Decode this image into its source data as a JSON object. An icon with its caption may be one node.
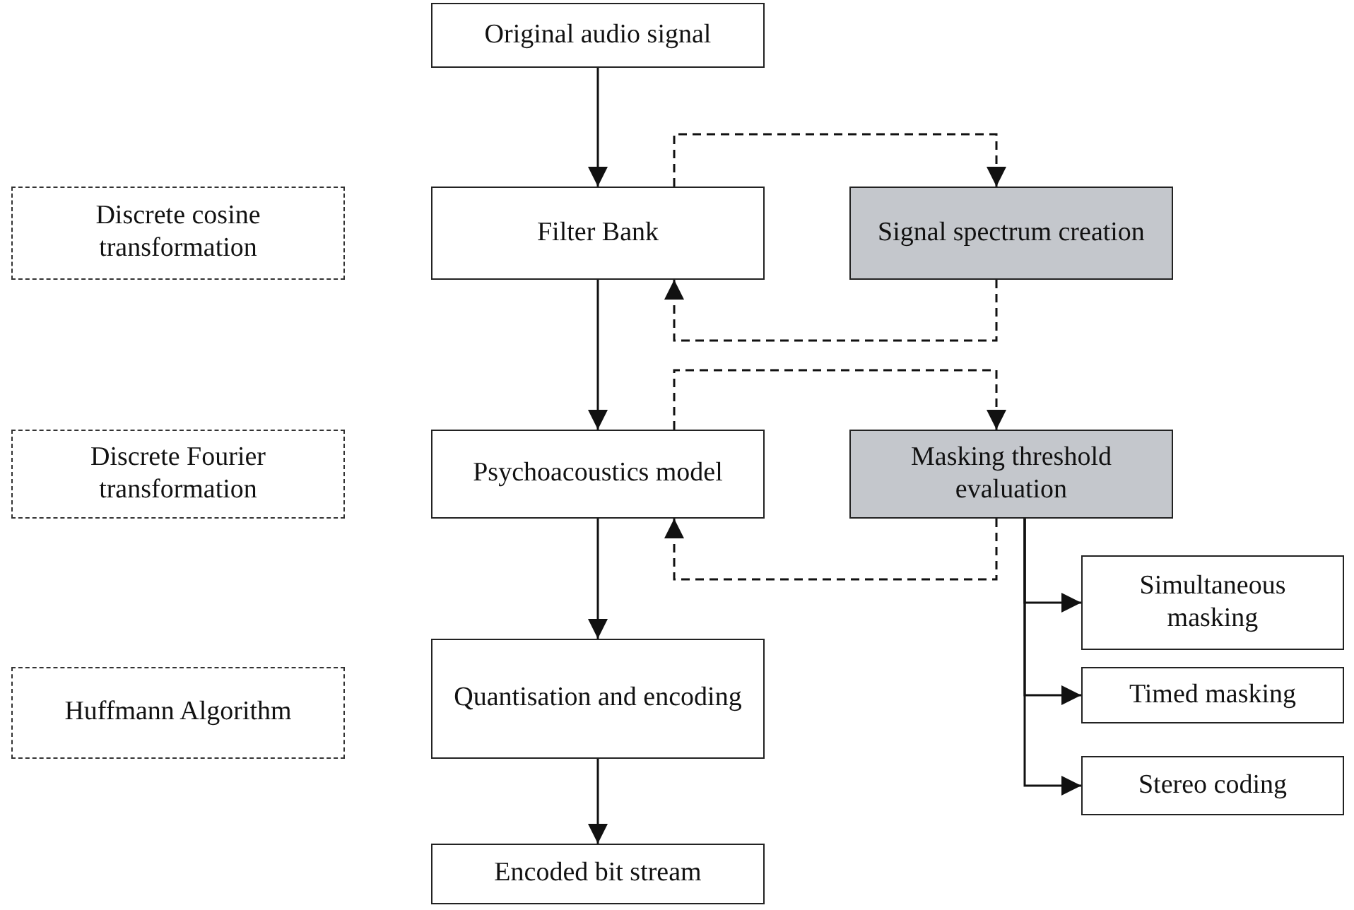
{
  "diagram": {
    "nodes": [
      {
        "text": [
          "Original audio signal"
        ]
      },
      {
        "text": [
          "Discrete cosine transformation"
        ]
      },
      {
        "text": [
          "Filter Bank"
        ]
      },
      {
        "text": [
          "Signal spectrum creation"
        ]
      },
      {
        "text": [
          "Discrete Fourier transformation"
        ]
      },
      {
        "text": [
          "Psychoacoustics model"
        ]
      },
      {
        "text": [
          "Masking threshold evaluation"
        ]
      },
      {
        "text": [
          "Simultaneous masking"
        ]
      },
      {
        "text": [
          "Huffmann Algorithm"
        ]
      },
      {
        "text": [
          "Quantisation and encoding"
        ]
      },
      {
        "text": [
          "Timed masking"
        ]
      },
      {
        "text": [
          "Stereo coding"
        ]
      },
      {
        "text": [
          "Encoded bit stream"
        ]
      }
    ],
    "edges": [
      {
        "from": 0,
        "to": 2,
        "arrow": "to"
      },
      {
        "from": 2,
        "to": 3,
        "arrow": "to",
        "style": "dashed"
      },
      {
        "from": 3,
        "to": 2,
        "arrow": "to",
        "style": "dashed"
      },
      {
        "from": 2,
        "to": 5,
        "arrow": "to"
      },
      {
        "from": 5,
        "to": 6,
        "arrow": "to",
        "style": "dashed"
      },
      {
        "from": 6,
        "to": 5,
        "arrow": "to",
        "style": "dashed"
      },
      {
        "from": 6,
        "to": 7,
        "arrow": "to"
      },
      {
        "from": 6,
        "to": 10,
        "arrow": "to"
      },
      {
        "from": 6,
        "to": 11,
        "arrow": "to"
      },
      {
        "from": 5,
        "to": 9,
        "arrow": "to"
      },
      {
        "from": 9,
        "to": 12,
        "arrow": "to"
      }
    ]
  }
}
